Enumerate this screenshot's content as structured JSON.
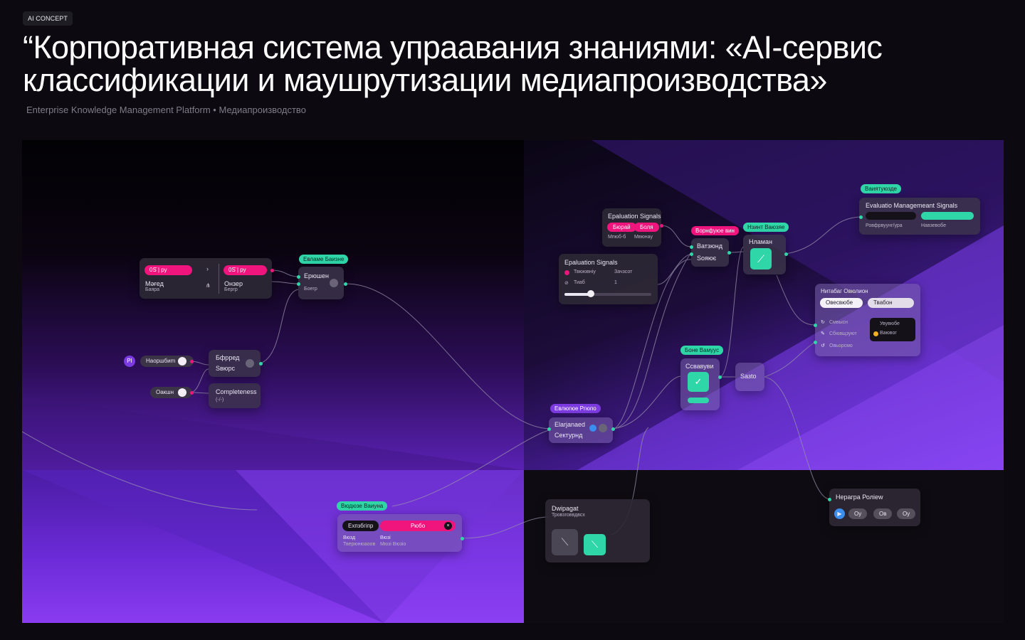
{
  "header": {
    "tag": "AI CONCEPT",
    "title": "“Корпоративная система упраавания знаниями: «AI-сервис классификации и маушрутизации медиапроизводства»",
    "subtitle": "Enterprise Knowledge Management Platform • Медиапроизводство"
  },
  "colors": {
    "accent_pink": "#f0147d",
    "accent_teal": "#2fd6a8",
    "accent_violet": "#7b3be0",
    "background": "#0c0a10"
  },
  "nodes": {
    "input_pair": {
      "left_bar": "0Ѕ̈ | ру",
      "right_bar": "0Ѕ̈ | ру",
      "left_label": "Мәғед",
      "left_sub": "Баяра",
      "right_label": "Онзер",
      "right_sub": "Бергр"
    },
    "evaluation_small": {
      "badge": "Евламе Баизне",
      "line1": "Ерюшен",
      "line2": "Боегр"
    },
    "handle_row": {
      "icon_text": "PI",
      "chip1": "Наоршбиm",
      "chip2": "Оакшн"
    },
    "signals_mid": {
      "line1": "Бфрред",
      "line2": "Sвюрс"
    },
    "completeness": {
      "line1": "Completeness",
      "line2": "(-/-)"
    },
    "eval_signals_top": {
      "title": "Epaluation Signals",
      "chip1": "Бюрай",
      "chip2": "Боля",
      "sub1": "Мпюб-б",
      "sub2": "Мвюнау"
    },
    "eval_signals_panel": {
      "title": "Epaluation Signals",
      "row1_left": "Твюювніу",
      "row1_right": "Зачзсот",
      "row2_left": "Тиаб",
      "row2_right": "1",
      "slider_value": 0.3
    },
    "routing_node": {
      "badge": "Ворнфуюе вин",
      "line1": "Ватзюнд",
      "line2": "Sояює"
    },
    "human_node": {
      "badge": "Нзинт Ваюзяе",
      "title": "Нламан"
    },
    "evaluation_mgmt": {
      "badge": "Ваиятуюзде",
      "title": "Evaluatio Managemeant Signals",
      "sub1": "Ровфрвуунг/ура",
      "sub2": "Навзевобе"
    },
    "human_overview": {
      "title": "Нитабаг Овюлион",
      "chip1": "Овесвюбе",
      "chip2": "Твабон",
      "item1": "Смвысн",
      "item2": "Сбювщзуют",
      "item3": "Овьорсмо",
      "dark1": "Увувюбе",
      "dark2": "Ваювог"
    },
    "confidence_node": {
      "badge": "Боне Вамуус",
      "title": "Ссвавуви"
    },
    "suite_node": {
      "label": "Sазtо"
    },
    "eval_pill_node": {
      "badge": "Евлюгюе Ргюпо",
      "line1": "Elarjanaed",
      "line2": "Сектурнд"
    },
    "export_node": {
      "badge": "Вюдюзе Ваиуна",
      "chip_dark": "Ехпзбгіпр",
      "chip_pink": "Рюбо",
      "left_label": "Вюзд",
      "left_sub": "Тверюнюаоов",
      "right_label": "Вюзі",
      "right_sub": "Мюзі Вюзіо"
    },
    "dialog_node": {
      "title": "Dwipagat",
      "sub": "Тровзговвдвсх"
    },
    "human_review": {
      "title": "Нерагра Ролiew",
      "chip1": "Оу",
      "chip2": "Ов",
      "chip3": "Оу"
    }
  }
}
